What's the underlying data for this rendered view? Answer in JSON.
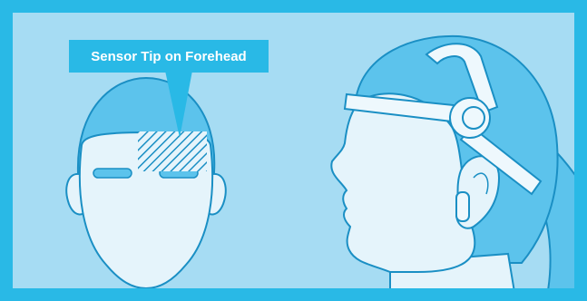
{
  "callout": {
    "label": "Sensor Tip on Forehead"
  },
  "colors": {
    "frame": "#29b9e6",
    "background": "#a6dcf3",
    "skin": "#e5f4fb",
    "hair": "#5cc3ec",
    "headband": "#eef8fd",
    "outline": "#1a8fc4",
    "sensor_hatch": "#1a8fc4"
  },
  "icons": {
    "front_head": "front-head-illustration",
    "side_head": "side-head-illustration",
    "headband": "headband-device",
    "sensor": "forehead-sensor-patch"
  }
}
